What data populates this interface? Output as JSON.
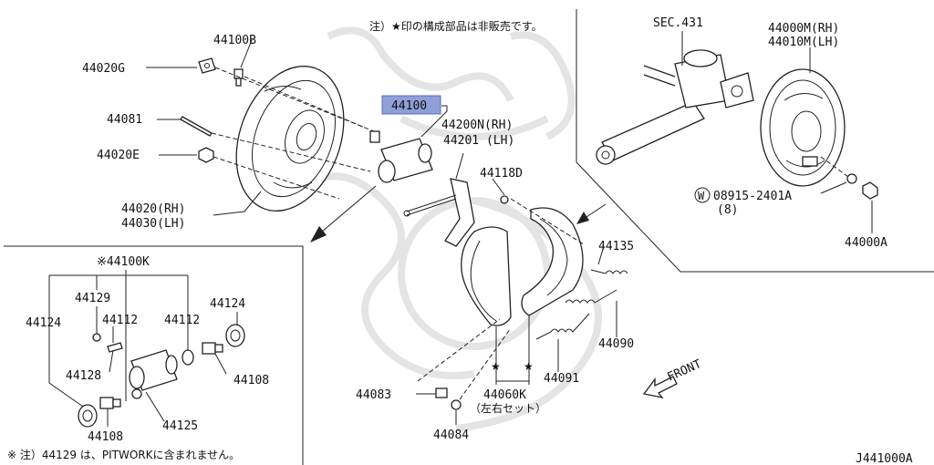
{
  "header_note": "注）★印の構成部品は非販売です。",
  "footer_note": "※ 注）44129 は、PITWORKに含まれません。",
  "diagram_code": "J441000A",
  "front_label": "FRONT",
  "star_glyph": "★",
  "labels": {
    "p44100B": "44100B",
    "p44020G": "44020G",
    "p44081": "44081",
    "p44020E": "44020E",
    "p44020_rh": "44020(RH)",
    "p44030_lh": "44030(LH)",
    "p44100": "44100",
    "p44200N_rh": "44200N(RH)",
    "p44201_lh": "44201 (LH)",
    "p44118D": "44118D",
    "p44135": "44135",
    "p44090": "44090",
    "p44091": "44091",
    "p44083": "44083",
    "p44084": "44084",
    "p44060K": "44060K",
    "p44060K_sub": "（左右セット）",
    "sec431": "SEC.431",
    "p44000M_rh": "44000M(RH)",
    "p44010M_lh": "44010M(LH)",
    "washer_prefix": "W",
    "p08915": "08915-2401A",
    "p08915_qty": "(8)",
    "p44000A": "44000A",
    "kit_44100K": "※44100K",
    "kit_44129": "44129",
    "kit_44124_left": "44124",
    "kit_44124_right": "44124",
    "kit_44112_a": "44112",
    "kit_44112_b": "44112",
    "kit_44128": "44128",
    "kit_44108_right": "44108",
    "kit_44108_bottom": "44108",
    "kit_44125": "44125"
  },
  "colors": {
    "highlight": "#8f9fd8",
    "ink": "#222222",
    "watermark": "#e4e4e4"
  },
  "highlighted_part": "44100"
}
